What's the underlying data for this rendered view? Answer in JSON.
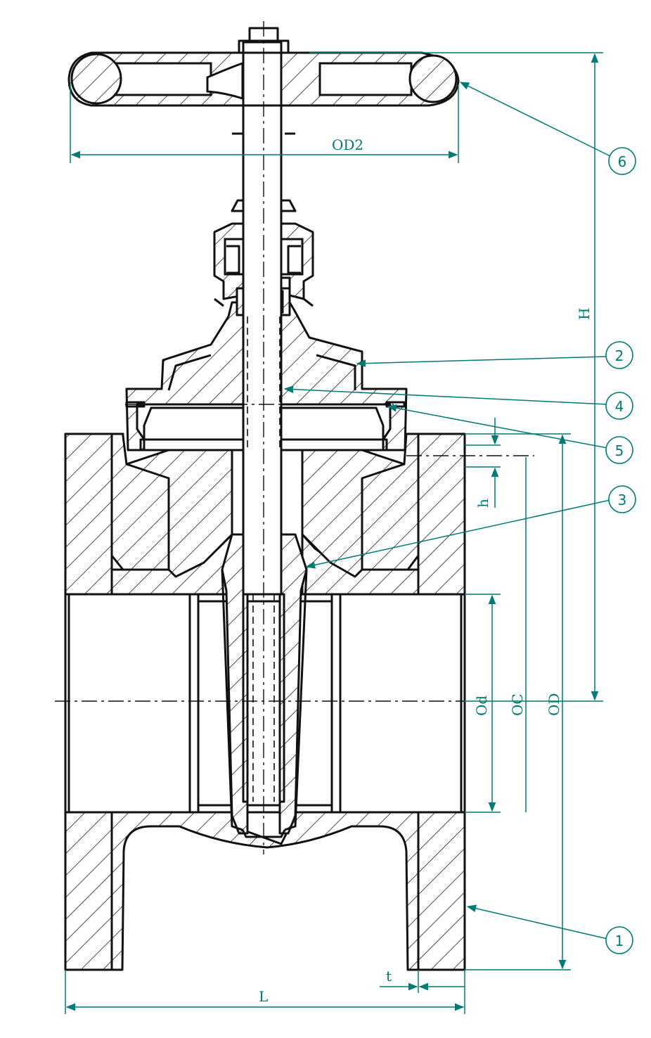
{
  "colors": {
    "dimension": "#007a74",
    "outline": "#111111",
    "background": "#ffffff"
  },
  "dimensions": {
    "od2": "OD2",
    "h_total": "H",
    "h": "h",
    "od_small": "Od",
    "oc": "OC",
    "od": "OD",
    "t": "t",
    "l": "L"
  },
  "callouts": [
    "6",
    "2",
    "4",
    "5",
    "3",
    "1"
  ]
}
